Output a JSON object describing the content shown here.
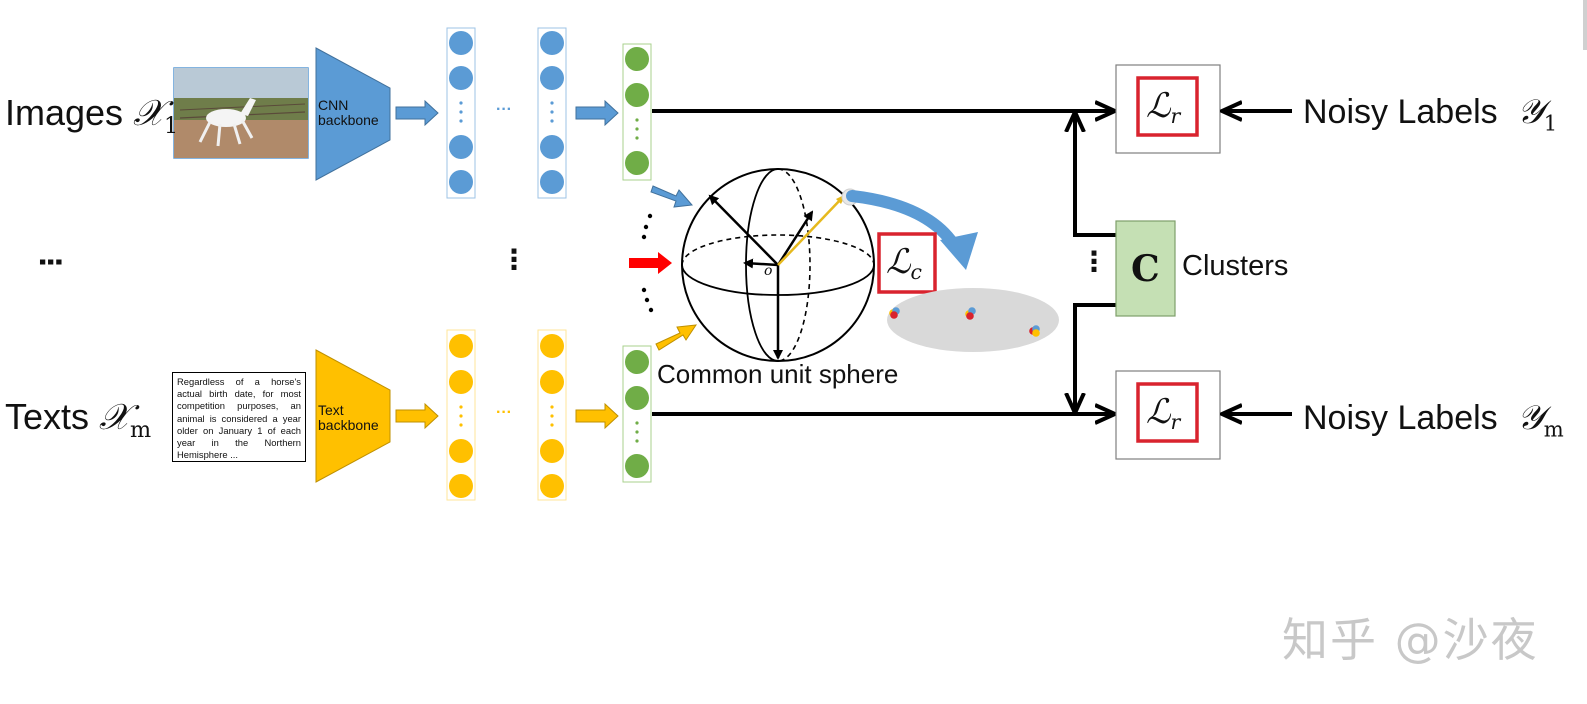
{
  "inputs": {
    "images_label": "Images",
    "images_symbol": "𝒳",
    "images_sub": "1",
    "texts_label": "Texts",
    "texts_symbol": "𝒳",
    "texts_sub": "m"
  },
  "text_sample": "Regardless of a horse's actual birth date, for most competition purposes, an animal is considered a year older on January 1 of each year in the Northern Hemisphere ...",
  "backbones": {
    "cnn_line1": "CNN",
    "cnn_line2": "backbone",
    "text_line1": "Text",
    "text_line2": "backbone"
  },
  "layer_ellipsis": "···",
  "sphere": {
    "origin_label": "o",
    "caption": "Common unit sphere"
  },
  "losses": {
    "contrastive_symbol": "ℒ",
    "contrastive_sub": "c",
    "recon_symbol": "ℒ",
    "recon_sub": "r"
  },
  "clusters": {
    "symbol": "C",
    "label": "Clusters"
  },
  "labels": {
    "top_text": "Noisy Labels",
    "top_symbol": "𝒴",
    "top_sub": "1",
    "bottom_text": "Noisy Labels",
    "bottom_symbol": "𝒴",
    "bottom_sub": "m"
  },
  "watermark": "知乎 @沙夜",
  "colors": {
    "image_blue": "#5b9bd5",
    "text_yellow": "#ffc000",
    "feature_green": "#70ad47",
    "loss_red": "#d9232e",
    "cluster_green": "#c5e0b4",
    "red_arrow": "#ff0000"
  }
}
